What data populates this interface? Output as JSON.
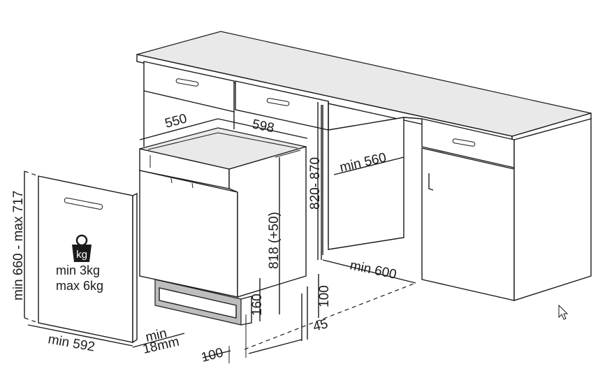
{
  "dimensions": {
    "depth": "550",
    "width": "598",
    "height": "818 (+50)",
    "niche_height": "820- 870",
    "niche_depth": "min 560",
    "niche_width": "min 600",
    "plinth_height": "160",
    "plinth_gap": "100",
    "toe_kick_depth": "100",
    "rear_offset": "45",
    "door_height": "min 660 - max 717",
    "door_width": "min 592",
    "door_thickness_line1": "min",
    "door_thickness_line2": "18mm"
  },
  "weight": {
    "icon_label": "kg",
    "min": "min  3kg",
    "max": "max 6kg"
  },
  "icons": [
    "weight-icon",
    "mouse-cursor-icon"
  ]
}
